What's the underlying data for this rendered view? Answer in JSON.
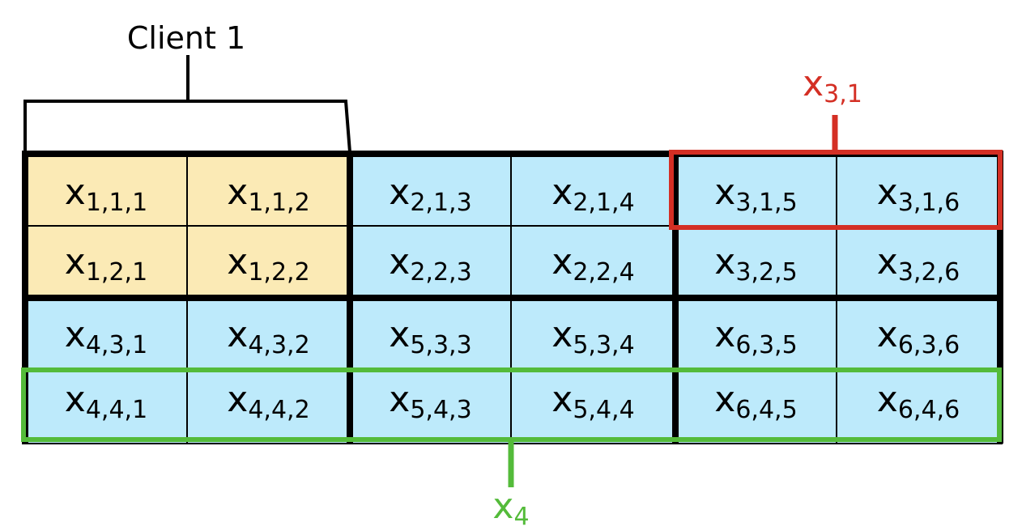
{
  "labels": {
    "client": "Client 1",
    "red_symbol": "x",
    "red_subscript": "3,1",
    "green_symbol": "x",
    "green_subscript": "4"
  },
  "colors": {
    "client_cell": "#fbeab5",
    "other_cell": "#bdeafb",
    "thin_line": "#000000",
    "thick_line": "#000000",
    "red_highlight": "#d42f24",
    "green_highlight": "#54bb3a"
  },
  "grid": {
    "symbol": "x",
    "rows": [
      [
        "1,1,1",
        "1,1,2",
        "2,1,3",
        "2,1,4",
        "3,1,5",
        "3,1,6"
      ],
      [
        "1,2,1",
        "1,2,2",
        "2,2,3",
        "2,2,4",
        "3,2,5",
        "3,2,6"
      ],
      [
        "4,3,1",
        "4,3,2",
        "5,3,3",
        "5,3,4",
        "6,3,5",
        "6,3,6"
      ],
      [
        "4,4,1",
        "4,4,2",
        "5,4,3",
        "5,4,4",
        "6,4,5",
        "6,4,6"
      ]
    ],
    "client_cells": [
      [
        0,
        0
      ],
      [
        0,
        1
      ],
      [
        1,
        0
      ],
      [
        1,
        1
      ]
    ]
  }
}
